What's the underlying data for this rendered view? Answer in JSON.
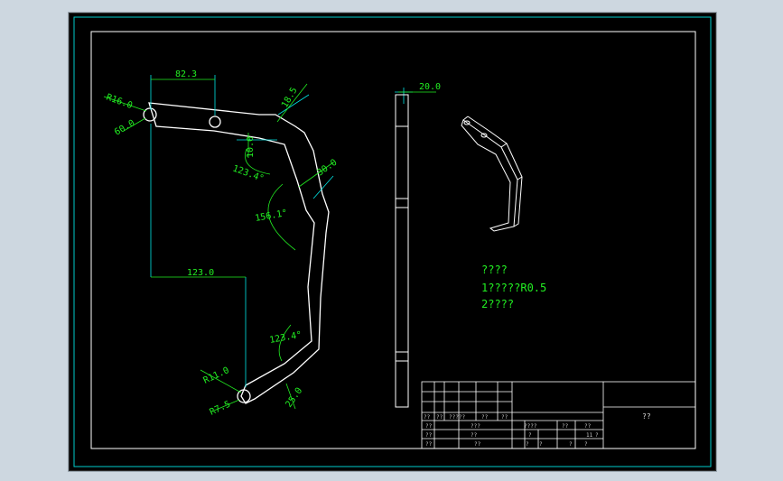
{
  "drawing": {
    "dimensions": {
      "d_82_3": "82.3",
      "d_r16": "R16.0",
      "d_60": "60.0",
      "d_10_top": "10.0",
      "d_18_5": "18.5",
      "d_123_4_top": "123.4°",
      "d_30": "30.0",
      "d_156_1": "156.1°",
      "d_123_0": "123.0",
      "d_123_4_bottom": "123.4°",
      "d_r11": "R11.0",
      "d_r7_5": "R7.5",
      "d_25": "25.0",
      "d_20": "20.0"
    },
    "notes": {
      "line1": "????",
      "line2": "1?????R0.5",
      "line3": "2????"
    },
    "title_block": {
      "part_name": "??",
      "row1": [
        "??",
        "??",
        "?????",
        "??",
        "??"
      ],
      "row2a": "??",
      "row2b": "???",
      "row2c": "????",
      "row2d": "??",
      "row2e": "??",
      "row3a": "??",
      "row3b": "??",
      "row3c": "?",
      "row3d": "?",
      "row3e": "11",
      "row4a": "??",
      "row4b": "??",
      "row4c": "?",
      "row4d": "?",
      "row4e": "?",
      "row4f": "?"
    }
  },
  "colors": {
    "paper": "#000000",
    "frame": "#ffffff",
    "dimension": "#22ee22",
    "outline": "#ffffff",
    "extension": "#00e5e5",
    "background": "#cdd7e0"
  }
}
